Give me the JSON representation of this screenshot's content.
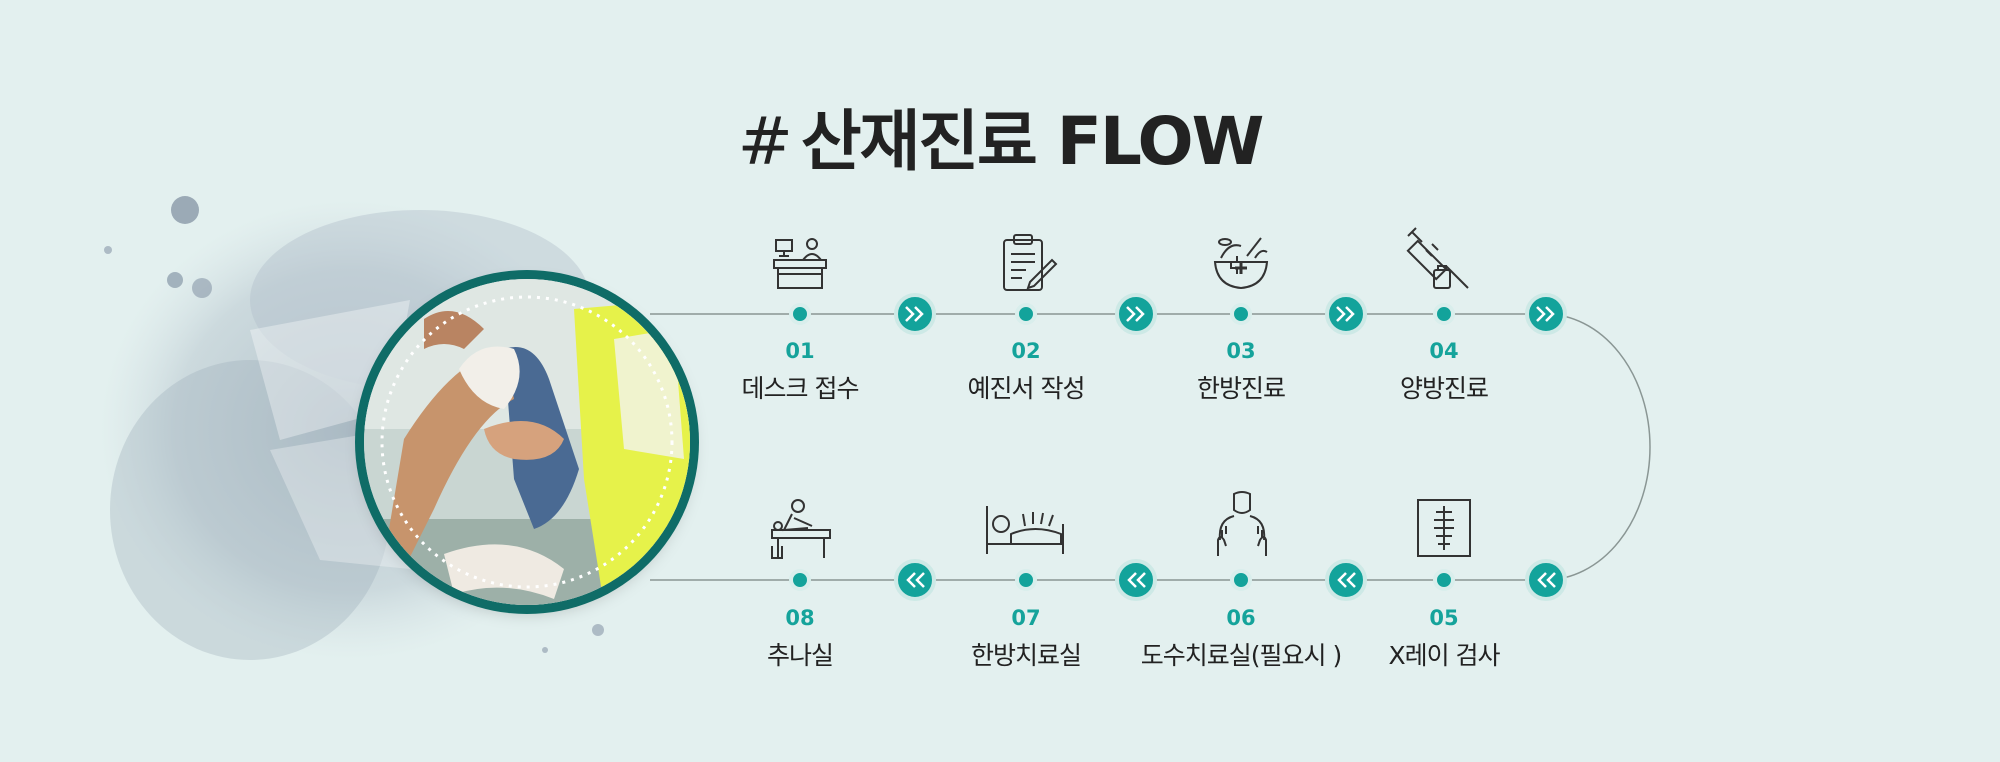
{
  "title": {
    "hash": "#",
    "text": "산재진료 FLOW"
  },
  "colors": {
    "accent": "#13a39b",
    "ring": "#0f6c67",
    "text": "#222222",
    "background": "#e3f0ef"
  },
  "steps": [
    {
      "number": "01",
      "label": "데스크 접수",
      "icon": "reception-desk-icon"
    },
    {
      "number": "02",
      "label": "예진서 작성",
      "icon": "clipboard-pen-icon"
    },
    {
      "number": "03",
      "label": "한방진료",
      "icon": "herbal-bowl-icon"
    },
    {
      "number": "04",
      "label": "양방진료",
      "icon": "syringe-icon"
    },
    {
      "number": "05",
      "label": "X레이 검사",
      "icon": "xray-icon"
    },
    {
      "number": "06",
      "label": "도수치료실(필요시 )",
      "icon": "manual-therapy-icon"
    },
    {
      "number": "07",
      "label": "한방치료실",
      "icon": "acupuncture-bed-icon"
    },
    {
      "number": "08",
      "label": "추나실",
      "icon": "massage-table-icon"
    }
  ]
}
